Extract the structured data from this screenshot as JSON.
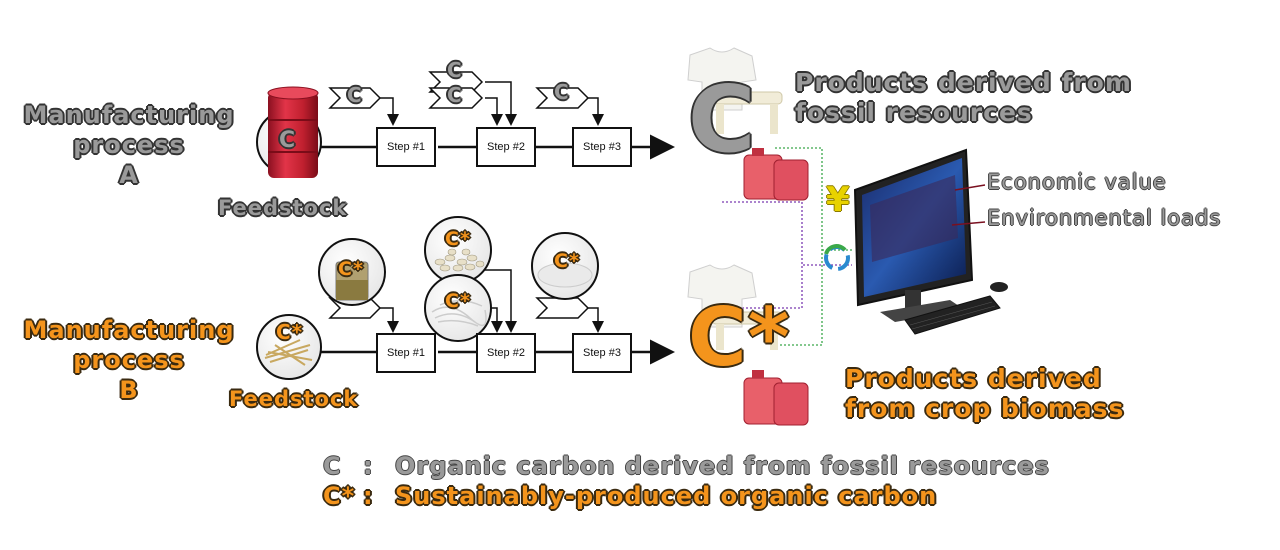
{
  "process_a": {
    "title_line1": "Manufacturing",
    "title_line2": "process",
    "title_line3": "A",
    "feedstock_label": "Feedstock",
    "feedstock_symbol": "C",
    "inputs": [
      "C",
      "C",
      "C",
      "C"
    ],
    "steps": [
      "Step #1",
      "Step #2",
      "Step #3"
    ]
  },
  "process_b": {
    "title_line1": "Manufacturing",
    "title_line2": "process",
    "title_line3": "B",
    "feedstock_label": "Feedstock",
    "feedstock_symbol": "C*",
    "inputs": [
      "C*",
      "C*",
      "C*",
      "C*"
    ],
    "steps": [
      "Step #1",
      "Step #2",
      "Step #3"
    ]
  },
  "products_a": {
    "symbol": "C",
    "label_line1": "Products derived from",
    "label_line2": "fossil resources"
  },
  "products_b": {
    "symbol": "C*",
    "label_line1": "Products derived",
    "label_line2": "from crop biomass"
  },
  "evaluation": {
    "yen_symbol": "¥",
    "economic_value": "Economic value",
    "environmental_loads": "Environmental loads"
  },
  "legend": {
    "c_symbol": "C",
    "c_sep": ":",
    "c_text": "Organic carbon derived from fossil resources",
    "cstar_symbol": "C*",
    "cstar_sep": ":",
    "cstar_text": "Sustainably-produced organic carbon"
  },
  "colors": {
    "fossil_gray": "#9a9a9a",
    "biomass_orange": "#f4941c",
    "barrel_red": "#d42a3a",
    "connector_green": "#3aa84a",
    "connector_purple": "#7a3ab0",
    "yen_yellow": "#e8d200"
  }
}
